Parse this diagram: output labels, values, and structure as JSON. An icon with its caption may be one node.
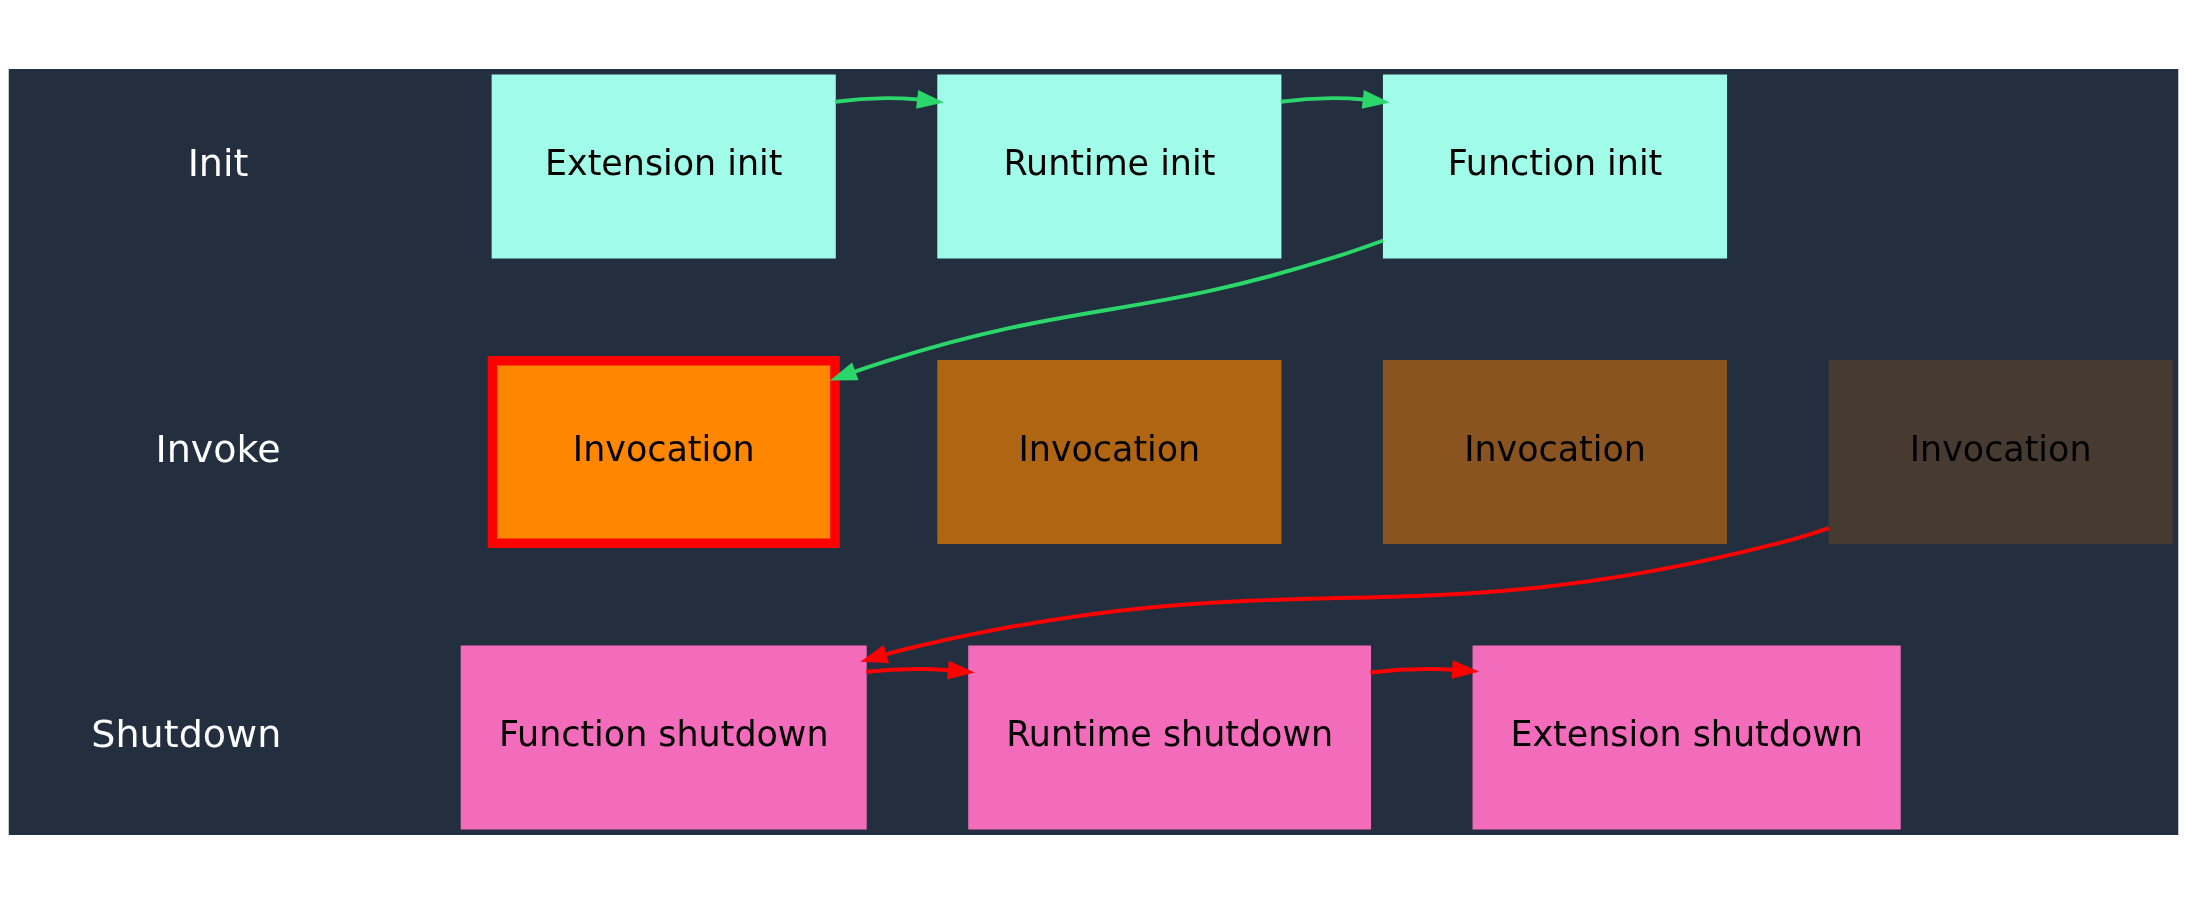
{
  "diagram": {
    "nodes": [
      {
        "text": [
          "Extension init"
        ]
      },
      {
        "text": [
          "Runtime init"
        ]
      },
      {
        "text": [
          "Function init"
        ]
      },
      {
        "text": [
          "Invocation"
        ]
      },
      {
        "text": [
          "Invocation"
        ]
      },
      {
        "text": [
          "Invocation"
        ]
      },
      {
        "text": [
          "Invocation"
        ]
      },
      {
        "text": [
          "Function shutdown"
        ]
      },
      {
        "text": [
          "Runtime shutdown"
        ]
      },
      {
        "text": [
          "Extension shutdown"
        ]
      }
    ],
    "edges": [
      {
        "from": 0,
        "to": 1,
        "arrow": "to",
        "color": "#2bd66a"
      },
      {
        "from": 1,
        "to": 2,
        "arrow": "to",
        "color": "#2bd66a"
      },
      {
        "from": 2,
        "to": 3,
        "arrow": "to",
        "color": "#2bd66a"
      },
      {
        "from": 6,
        "to": 7,
        "arrow": "to",
        "color": "#ff0000"
      },
      {
        "from": 7,
        "to": 8,
        "arrow": "to",
        "color": "#ff0000"
      },
      {
        "from": 8,
        "to": 9,
        "arrow": "to",
        "color": "#ff0000"
      }
    ],
    "labels": [
      "Init",
      "Invoke",
      "Shutdown"
    ]
  }
}
